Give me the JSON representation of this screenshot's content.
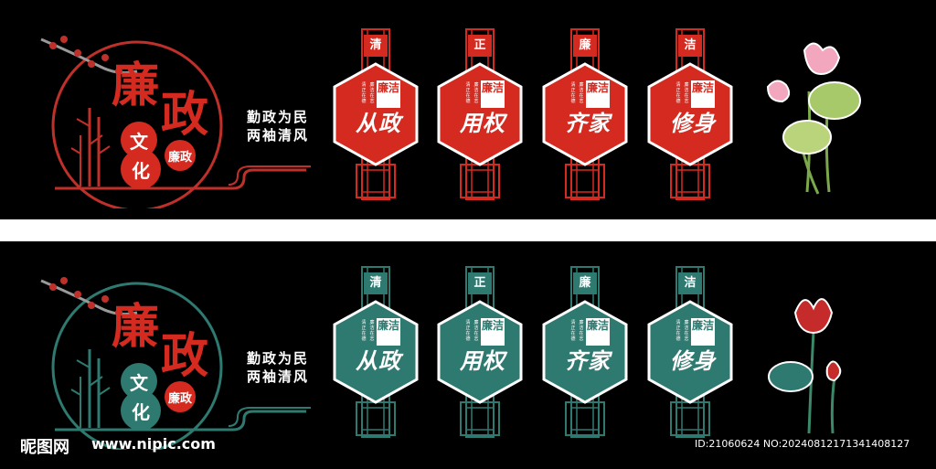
{
  "panels": [
    {
      "variant": "red",
      "accent": "#d42a20",
      "emblem": {
        "char1": "廉",
        "char2": "政",
        "bubble1": "文",
        "bubble2": "化",
        "seal": "廉政"
      },
      "motto": {
        "line1": "勤政为民",
        "line2": "两袖清风"
      },
      "posts": [
        {
          "cap": "清",
          "box": "廉洁",
          "brush": "从政"
        },
        {
          "cap": "正",
          "box": "廉洁",
          "brush": "用权"
        },
        {
          "cap": "廉",
          "box": "廉洁",
          "brush": "齐家"
        },
        {
          "cap": "洁",
          "box": "廉洁",
          "brush": "修身"
        }
      ],
      "small_text": {
        "col1": "清正在德",
        "col2": "廉洁在志"
      },
      "flower": "pink-lotus"
    },
    {
      "variant": "teal",
      "accent": "#2f7a70",
      "emblem": {
        "char1": "廉",
        "char2": "政",
        "bubble1": "文",
        "bubble2": "化",
        "seal": "廉政"
      },
      "motto": {
        "line1": "勤政为民",
        "line2": "两袖清风"
      },
      "posts": [
        {
          "cap": "清",
          "box": "廉洁",
          "brush": "从政"
        },
        {
          "cap": "正",
          "box": "廉洁",
          "brush": "用权"
        },
        {
          "cap": "廉",
          "box": "廉洁",
          "brush": "齐家"
        },
        {
          "cap": "洁",
          "box": "廉洁",
          "brush": "修身"
        }
      ],
      "small_text": {
        "col1": "清正在德",
        "col2": "廉洁在志"
      },
      "flower": "red-lotus"
    }
  ],
  "watermark": {
    "logo": "昵图网",
    "url": "www.nipic.com",
    "id": "ID:21060624 NO:20240812171341408127"
  }
}
